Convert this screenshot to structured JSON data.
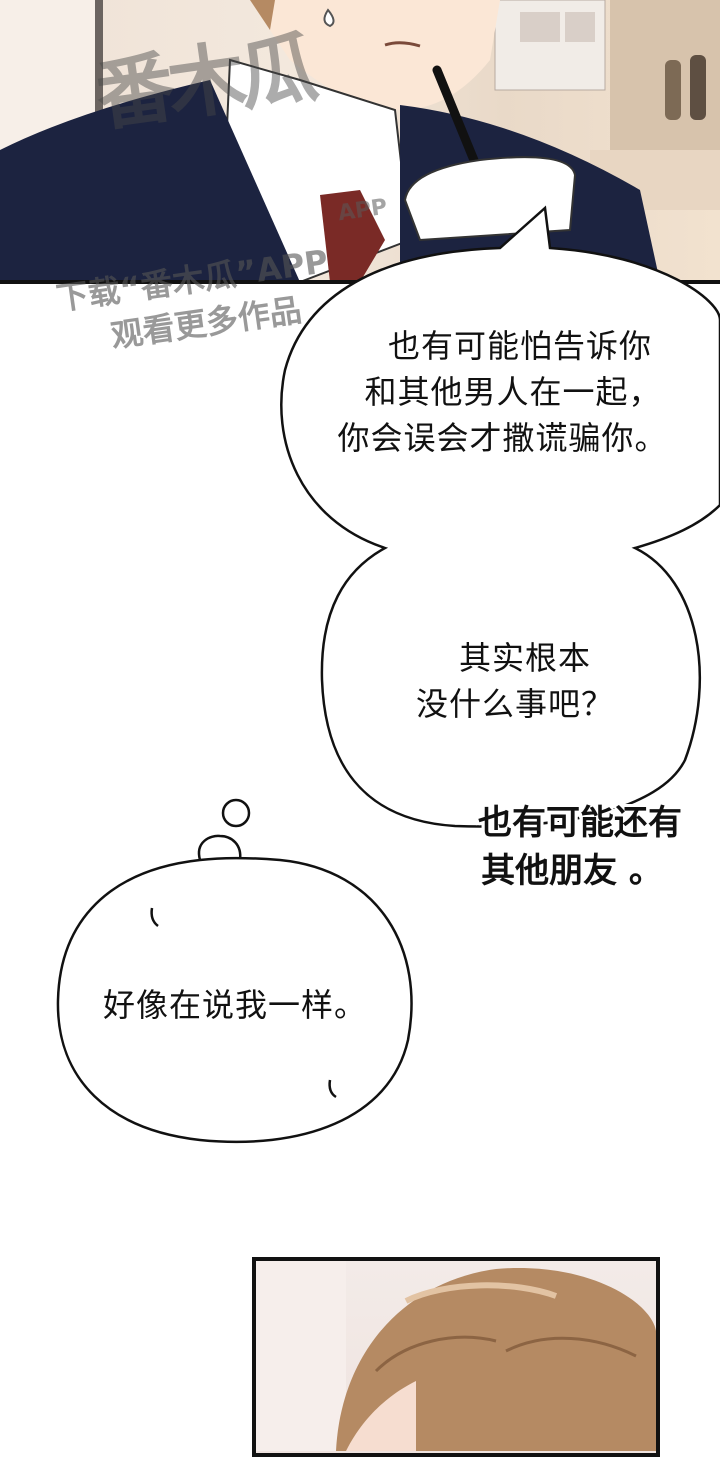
{
  "watermark": {
    "logo_text": "番木瓜",
    "app_text": "APP",
    "line1": "下载“番木瓜”APP",
    "line2": "观看更多作品"
  },
  "speech_bubble_1": {
    "lines": [
      "也有可能怕告诉你",
      "和其他男人在一起，",
      "你会误会才撒谎骗你。"
    ]
  },
  "speech_bubble_2": {
    "lines": [
      "其实根本",
      "没什么事吧？"
    ]
  },
  "outside_text": {
    "lines": [
      "也有可能还有",
      "其他朋友 。"
    ]
  },
  "thought_bubble": {
    "text": "好像在说我一样。"
  },
  "colors": {
    "suit": "#1c2340",
    "skin": "#fbe7d6",
    "hair": "#b58a63",
    "tie": "#7a2a26",
    "ink": "#111111"
  }
}
